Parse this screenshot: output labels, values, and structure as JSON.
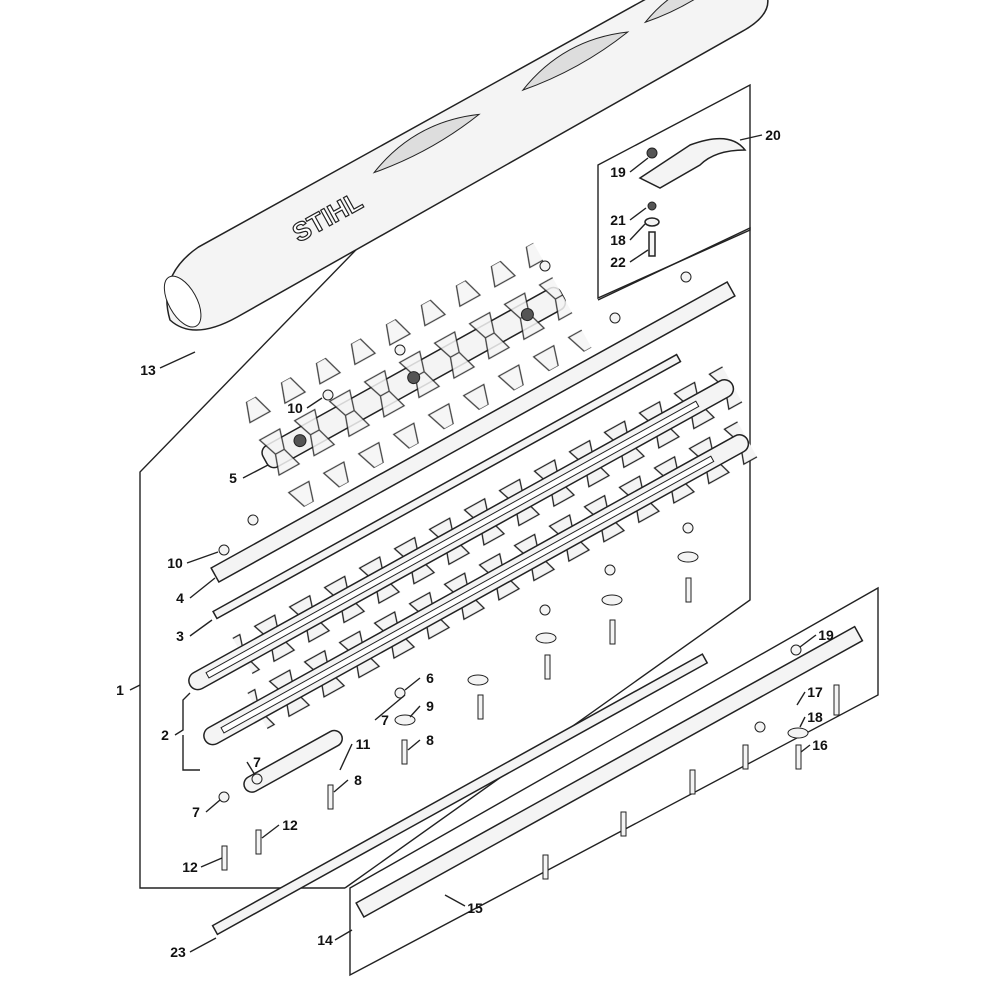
{
  "diagram": {
    "logo_text": "STIHL",
    "callouts": [
      {
        "id": "13",
        "label": "13"
      },
      {
        "id": "20",
        "label": "20"
      },
      {
        "id": "19a",
        "label": "19"
      },
      {
        "id": "21",
        "label": "21"
      },
      {
        "id": "18a",
        "label": "18"
      },
      {
        "id": "22",
        "label": "22"
      },
      {
        "id": "10a",
        "label": "10"
      },
      {
        "id": "5",
        "label": "5"
      },
      {
        "id": "10b",
        "label": "10"
      },
      {
        "id": "4",
        "label": "4"
      },
      {
        "id": "3",
        "label": "3"
      },
      {
        "id": "1",
        "label": "1"
      },
      {
        "id": "6",
        "label": "6"
      },
      {
        "id": "9",
        "label": "9"
      },
      {
        "id": "2",
        "label": "2"
      },
      {
        "id": "7a",
        "label": "7"
      },
      {
        "id": "11",
        "label": "11"
      },
      {
        "id": "8a",
        "label": "8"
      },
      {
        "id": "7b",
        "label": "7"
      },
      {
        "id": "8b",
        "label": "8"
      },
      {
        "id": "7c",
        "label": "7"
      },
      {
        "id": "12a",
        "label": "12"
      },
      {
        "id": "12b",
        "label": "12"
      },
      {
        "id": "19b",
        "label": "19"
      },
      {
        "id": "17",
        "label": "17"
      },
      {
        "id": "18b",
        "label": "18"
      },
      {
        "id": "16",
        "label": "16"
      },
      {
        "id": "15",
        "label": "15"
      },
      {
        "id": "14",
        "label": "14"
      },
      {
        "id": "23",
        "label": "23"
      }
    ]
  }
}
